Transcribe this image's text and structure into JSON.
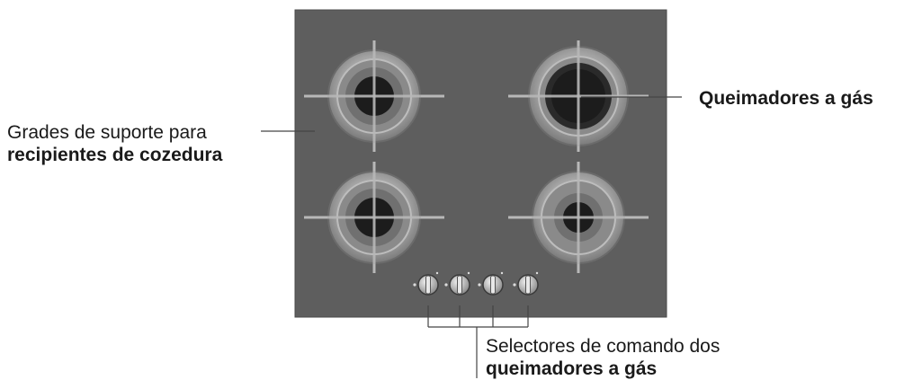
{
  "labels": {
    "support_grids": {
      "line1": "Grades de suporte para",
      "line2": "recipientes de cozedura"
    },
    "gas_burners": "Queimadores a gás",
    "control_knobs": {
      "line1": "Selectores de comando dos",
      "line2": "queimadores a gás"
    }
  },
  "colors": {
    "hob_glass": "#5e5e5e",
    "ring": "#a9a9a9",
    "cap": "#1c1c1c",
    "leader_line": "#444444"
  }
}
